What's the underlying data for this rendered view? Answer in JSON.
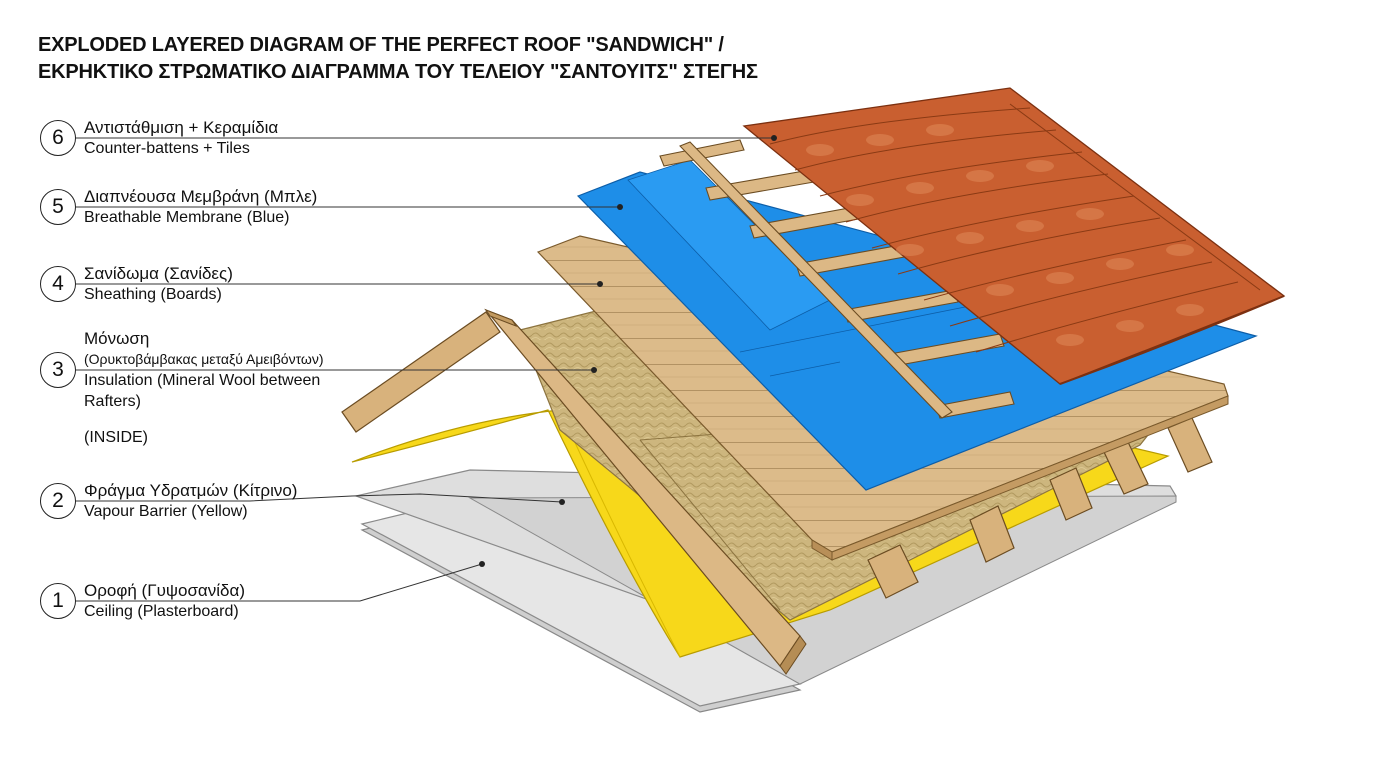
{
  "title": {
    "line1": "EXPLODED LAYERED DIAGRAM OF THE PERFECT ROOF \"SANDWICH\" /",
    "line2": "ΕΚΡΗΚΤΙΚΟ ΣΤΡΩΜΑΤΙΚΟ ΔΙΑΓΡΑΜΜΑ ΤΟΥ ΤΕΛΕΙΟΥ \"ΣΑΝΤΟΥΙΤΣ\" ΣΤΕΓΗΣ"
  },
  "layers": [
    {
      "number": "6",
      "greek": "Αντιστάθμιση + Κεραμίδια",
      "english": "Counter-battens + Tiles"
    },
    {
      "number": "5",
      "greek": "Διαπνέουσα Μεμβράνη (Μπλε)",
      "english": "Breathable Membrane (Blue)"
    },
    {
      "number": "4",
      "greek": "Σανίδωμα (Σανίδες)",
      "english": "Sheathing (Boards)"
    },
    {
      "number": "3",
      "greek": "Μόνωση",
      "greek_sub": "(Ορυκτοβάμβακας μεταξύ Αμειβόντων)",
      "english": "Insulation (Mineral Wool between",
      "english_2": "Rafters)"
    },
    {
      "number": "2",
      "greek": "Φράγμα Υδρατμών (Κίτρινο)",
      "english": "Vapour Barrier (Yellow)"
    },
    {
      "number": "1",
      "greek": "Οροφή (Γυψοσανίδα)",
      "english": "Ceiling (Plasterboard)"
    }
  ],
  "inside_label": "(INSIDE)",
  "colors": {
    "tiles": "#d2693b",
    "membrane": "#1e8ee8",
    "sheathing": "#d9b886",
    "insulation": "#c9b37a",
    "vapour_barrier": "#f7d81a",
    "plasterboard": "#e4e4e4",
    "timber": "#d8b27c"
  }
}
